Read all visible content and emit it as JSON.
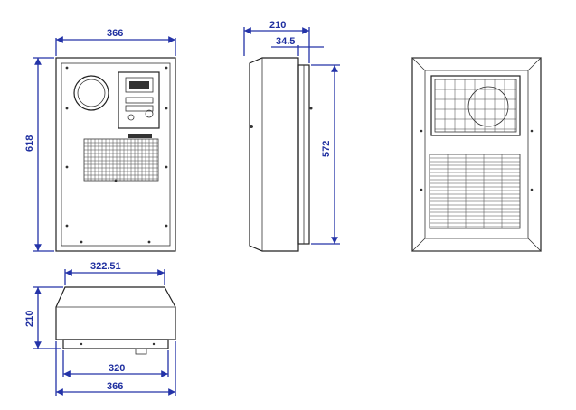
{
  "dimensions": {
    "front_width": "366",
    "front_height": "618",
    "side_depth": "210",
    "side_offset": "34.5",
    "side_height": "572",
    "bottom_top_width": "322.51",
    "bottom_height": "210",
    "bottom_inner_width": "320",
    "bottom_outer_width": "366"
  },
  "colors": {
    "dimension_line": "#2433a8",
    "outline": "#222222"
  }
}
